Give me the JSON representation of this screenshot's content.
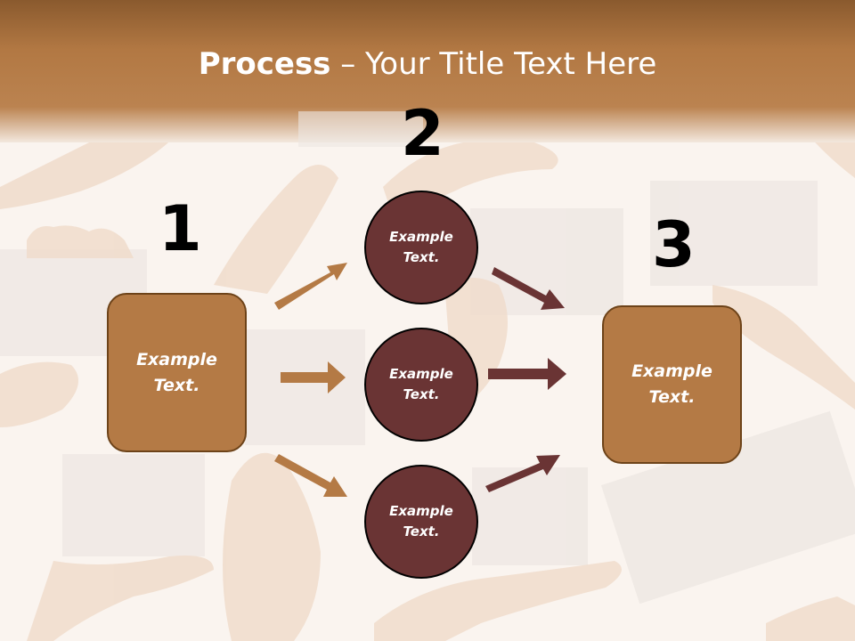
{
  "slide": {
    "title_bold": "Process",
    "title_rest": " – Your Title Text Here"
  },
  "steps": {
    "step1_number": "1",
    "step2_number": "2",
    "step3_number": "3"
  },
  "boxes": {
    "left_line1": "Example",
    "left_line2": "Text.",
    "right_line1": "Example",
    "right_line2": "Text."
  },
  "circles": [
    {
      "line1": "Example",
      "line2": "Text."
    },
    {
      "line1": "Example",
      "line2": "Text."
    },
    {
      "line1": "Example",
      "line2": "Text."
    }
  ],
  "colors": {
    "header_brown": "#b27843",
    "box_fill": "#b47a45",
    "circle_fill": "#6a3434",
    "arrow_in": "#b47a45",
    "arrow_out": "#6a3434"
  }
}
